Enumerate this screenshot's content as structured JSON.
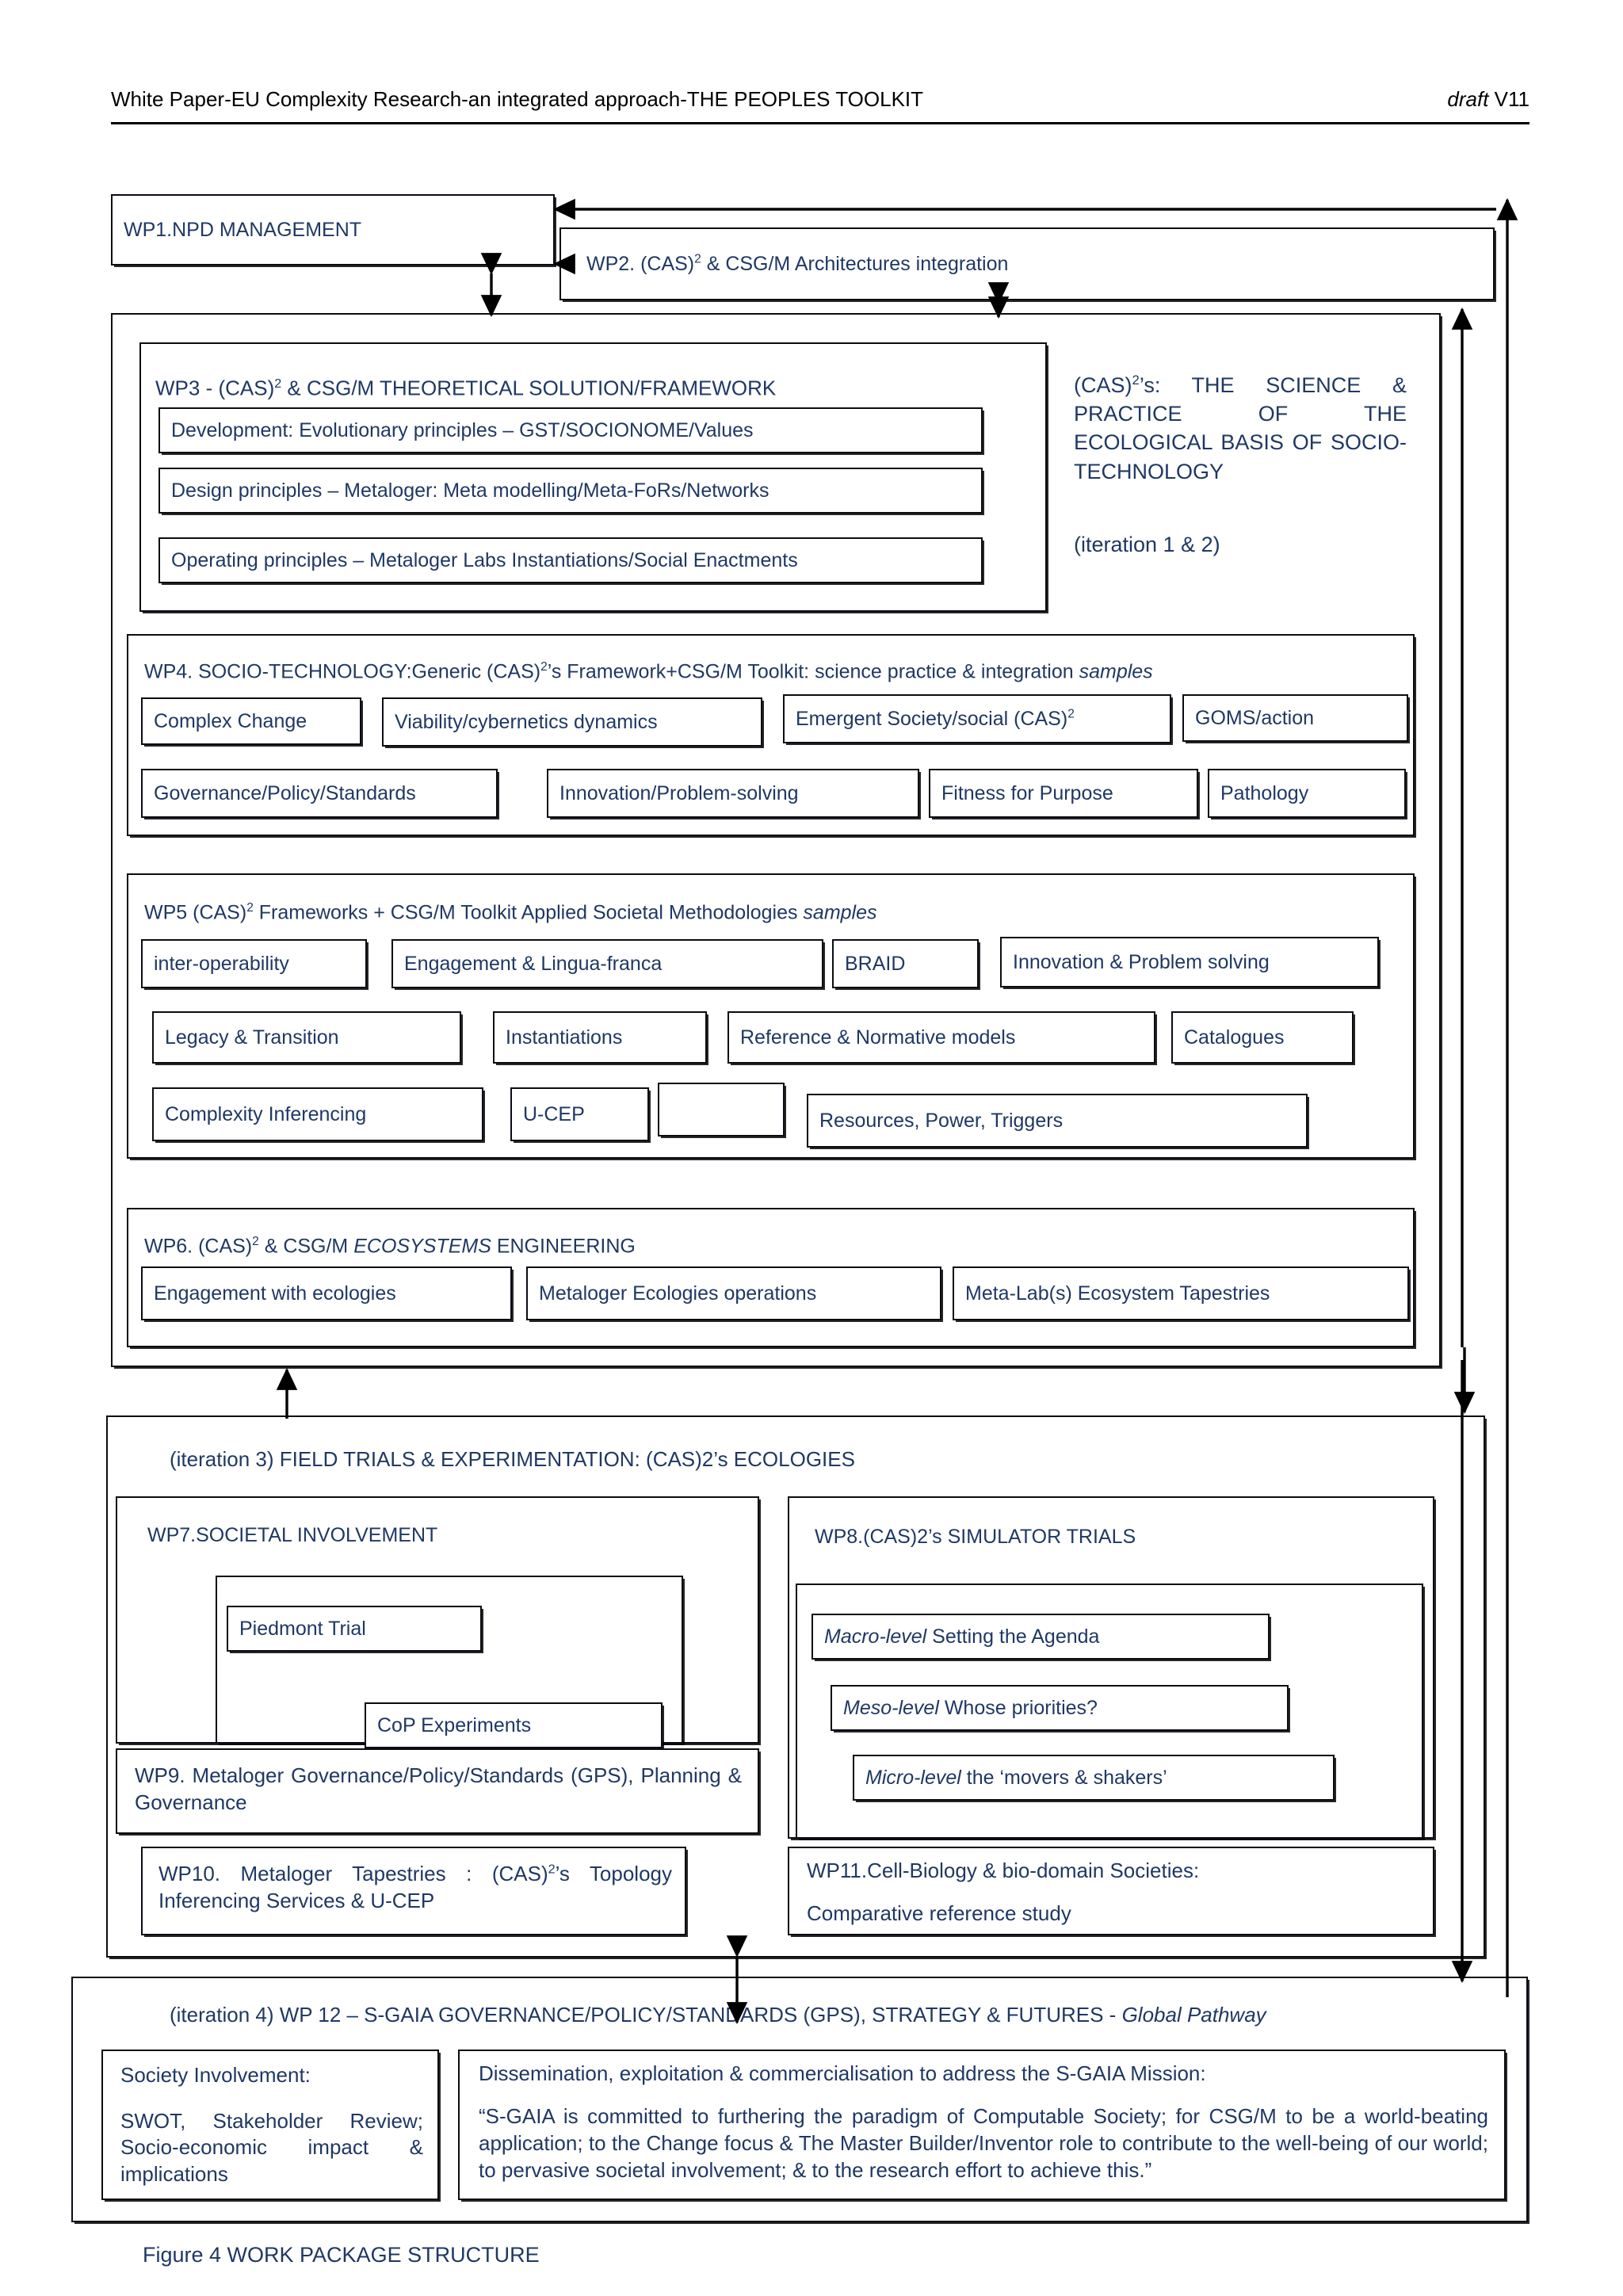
{
  "header": {
    "title": "White Paper-EU Complexity Research-an integrated approach-THE PEOPLES TOOLKIT",
    "draft_label": "draft",
    "version": "V11"
  },
  "wp1": {
    "title": "WP1.NPD MANAGEMENT"
  },
  "wp2": {
    "title_pre": "WP2.  (CAS)",
    "title_sup": "2",
    "title_post": " & CSG/M Architectures integration"
  },
  "wp3": {
    "title_pre": "WP3 - (CAS)",
    "title_sup": "2",
    "title_post": " & CSG/M THEORETICAL SOLUTION/FRAMEWORK",
    "items": [
      "Development: Evolutionary principles – GST/SOCIONOME/Values",
      "Design principles – Metaloger: Meta modelling/Meta-FoRs/Networks",
      "Operating principles – Metaloger Labs Instantiations/Social Enactments"
    ]
  },
  "aside": {
    "heading_pre": "(CAS)",
    "heading_sup": "2",
    "heading_post": "’s: THE SCIENCE & PRACTICE OF THE ECOLOGICAL BASIS OF SOCIO-TECHNOLOGY",
    "iteration": "(iteration 1 & 2)"
  },
  "wp4": {
    "title_pre": "WP4. SOCIO-TECHNOLOGY:Generic (CAS)",
    "title_sup": "2",
    "title_post": "’s Framework+CSG/M Toolkit: science practice & integration ",
    "title_ital": "samples",
    "row1": [
      "Complex Change",
      "Viability/cybernetics dynamics",
      "Emergent Society/social (CAS)",
      "GOMS/action"
    ],
    "row1_sup_index": 2,
    "row1_sup": "2",
    "row2": [
      "Governance/Policy/Standards",
      "Innovation/Problem-solving",
      "Fitness for Purpose",
      "Pathology"
    ]
  },
  "wp5": {
    "title_pre": "WP5 (CAS)",
    "title_sup": "2",
    "title_post": " Frameworks + CSG/M Toolkit Applied Societal Methodologies ",
    "title_ital": "samples",
    "row1": [
      "inter-operability",
      "Engagement & Lingua-franca",
      "BRAID",
      "Innovation & Problem solving"
    ],
    "row2": [
      "Legacy  & Transition",
      "Instantiations",
      "Reference & Normative models",
      "Catalogues"
    ],
    "row3": [
      "Complexity Inferencing",
      "U-CEP",
      "",
      "Resources, Power, Triggers"
    ]
  },
  "wp6": {
    "title_pre": "WP6. (CAS)",
    "title_sup": "2",
    "title_mid": " & CSG/M ",
    "title_ital": "ECOSYSTEMS",
    "title_post": " ENGINEERING",
    "items": [
      "Engagement with ecologies",
      "Metaloger Ecologies operations",
      "Meta-Lab(s) Ecosystem Tapestries"
    ]
  },
  "iteration3": {
    "title": "(iteration 3)  FIELD TRIALS & EXPERIMENTATION: (CAS)2’s ECOLOGIES"
  },
  "wp7": {
    "title": "WP7.SOCIETAL INVOLVEMENT",
    "sub1": "Piedmont Trial",
    "sub2": "CoP Experiments"
  },
  "wp8": {
    "title": "WP8.(CAS)2’s SIMULATOR TRIALS",
    "levels": [
      {
        "ital": "Macro-level",
        "rest": " Setting the Agenda"
      },
      {
        "ital": "Meso-level",
        "rest": " Whose priorities?"
      },
      {
        "ital": "Micro-level",
        "rest": " the ‘movers & shakers’"
      }
    ]
  },
  "wp9": {
    "text": "WP9.   Metaloger   Governance/Policy/Standards   (GPS), Planning & Governance"
  },
  "wp10": {
    "pre": "WP10.  Metaloger  Tapestries :  (CAS)",
    "sup": "2",
    "post": "’s  Topology Inferencing Services & U-CEP"
  },
  "wp11": {
    "line1": "WP11.Cell-Biology & bio-domain Societies:",
    "line2": "Comparative reference study"
  },
  "wp12": {
    "title_pre": "(iteration 4)  WP 12 – S-GAIA GOVERNANCE/POLICY/STANDARDS (GPS), STRATEGY & FUTURES - ",
    "title_ital": "Global Pathway",
    "society": {
      "heading": "Society Involvement:",
      "body": "SWOT, Stakeholder Review; Socio-economic impact & implications"
    },
    "mission": {
      "heading": "Dissemination, exploitation & commercialisation to address the S-GAIA Mission:",
      "quote": "“S-GAIA is committed to furthering the paradigm of Computable Society; for CSG/M to be a world-beating application; to the Change focus & The Master Builder/Inventor role to contribute to the well-being of our world; to pervasive societal involvement; & to the research effort to achieve this.”"
    }
  },
  "caption": "Figure 4 WORK PACKAGE STRUCTURE",
  "colors": {
    "text": "#1f3864",
    "line": "#0b0b14"
  }
}
